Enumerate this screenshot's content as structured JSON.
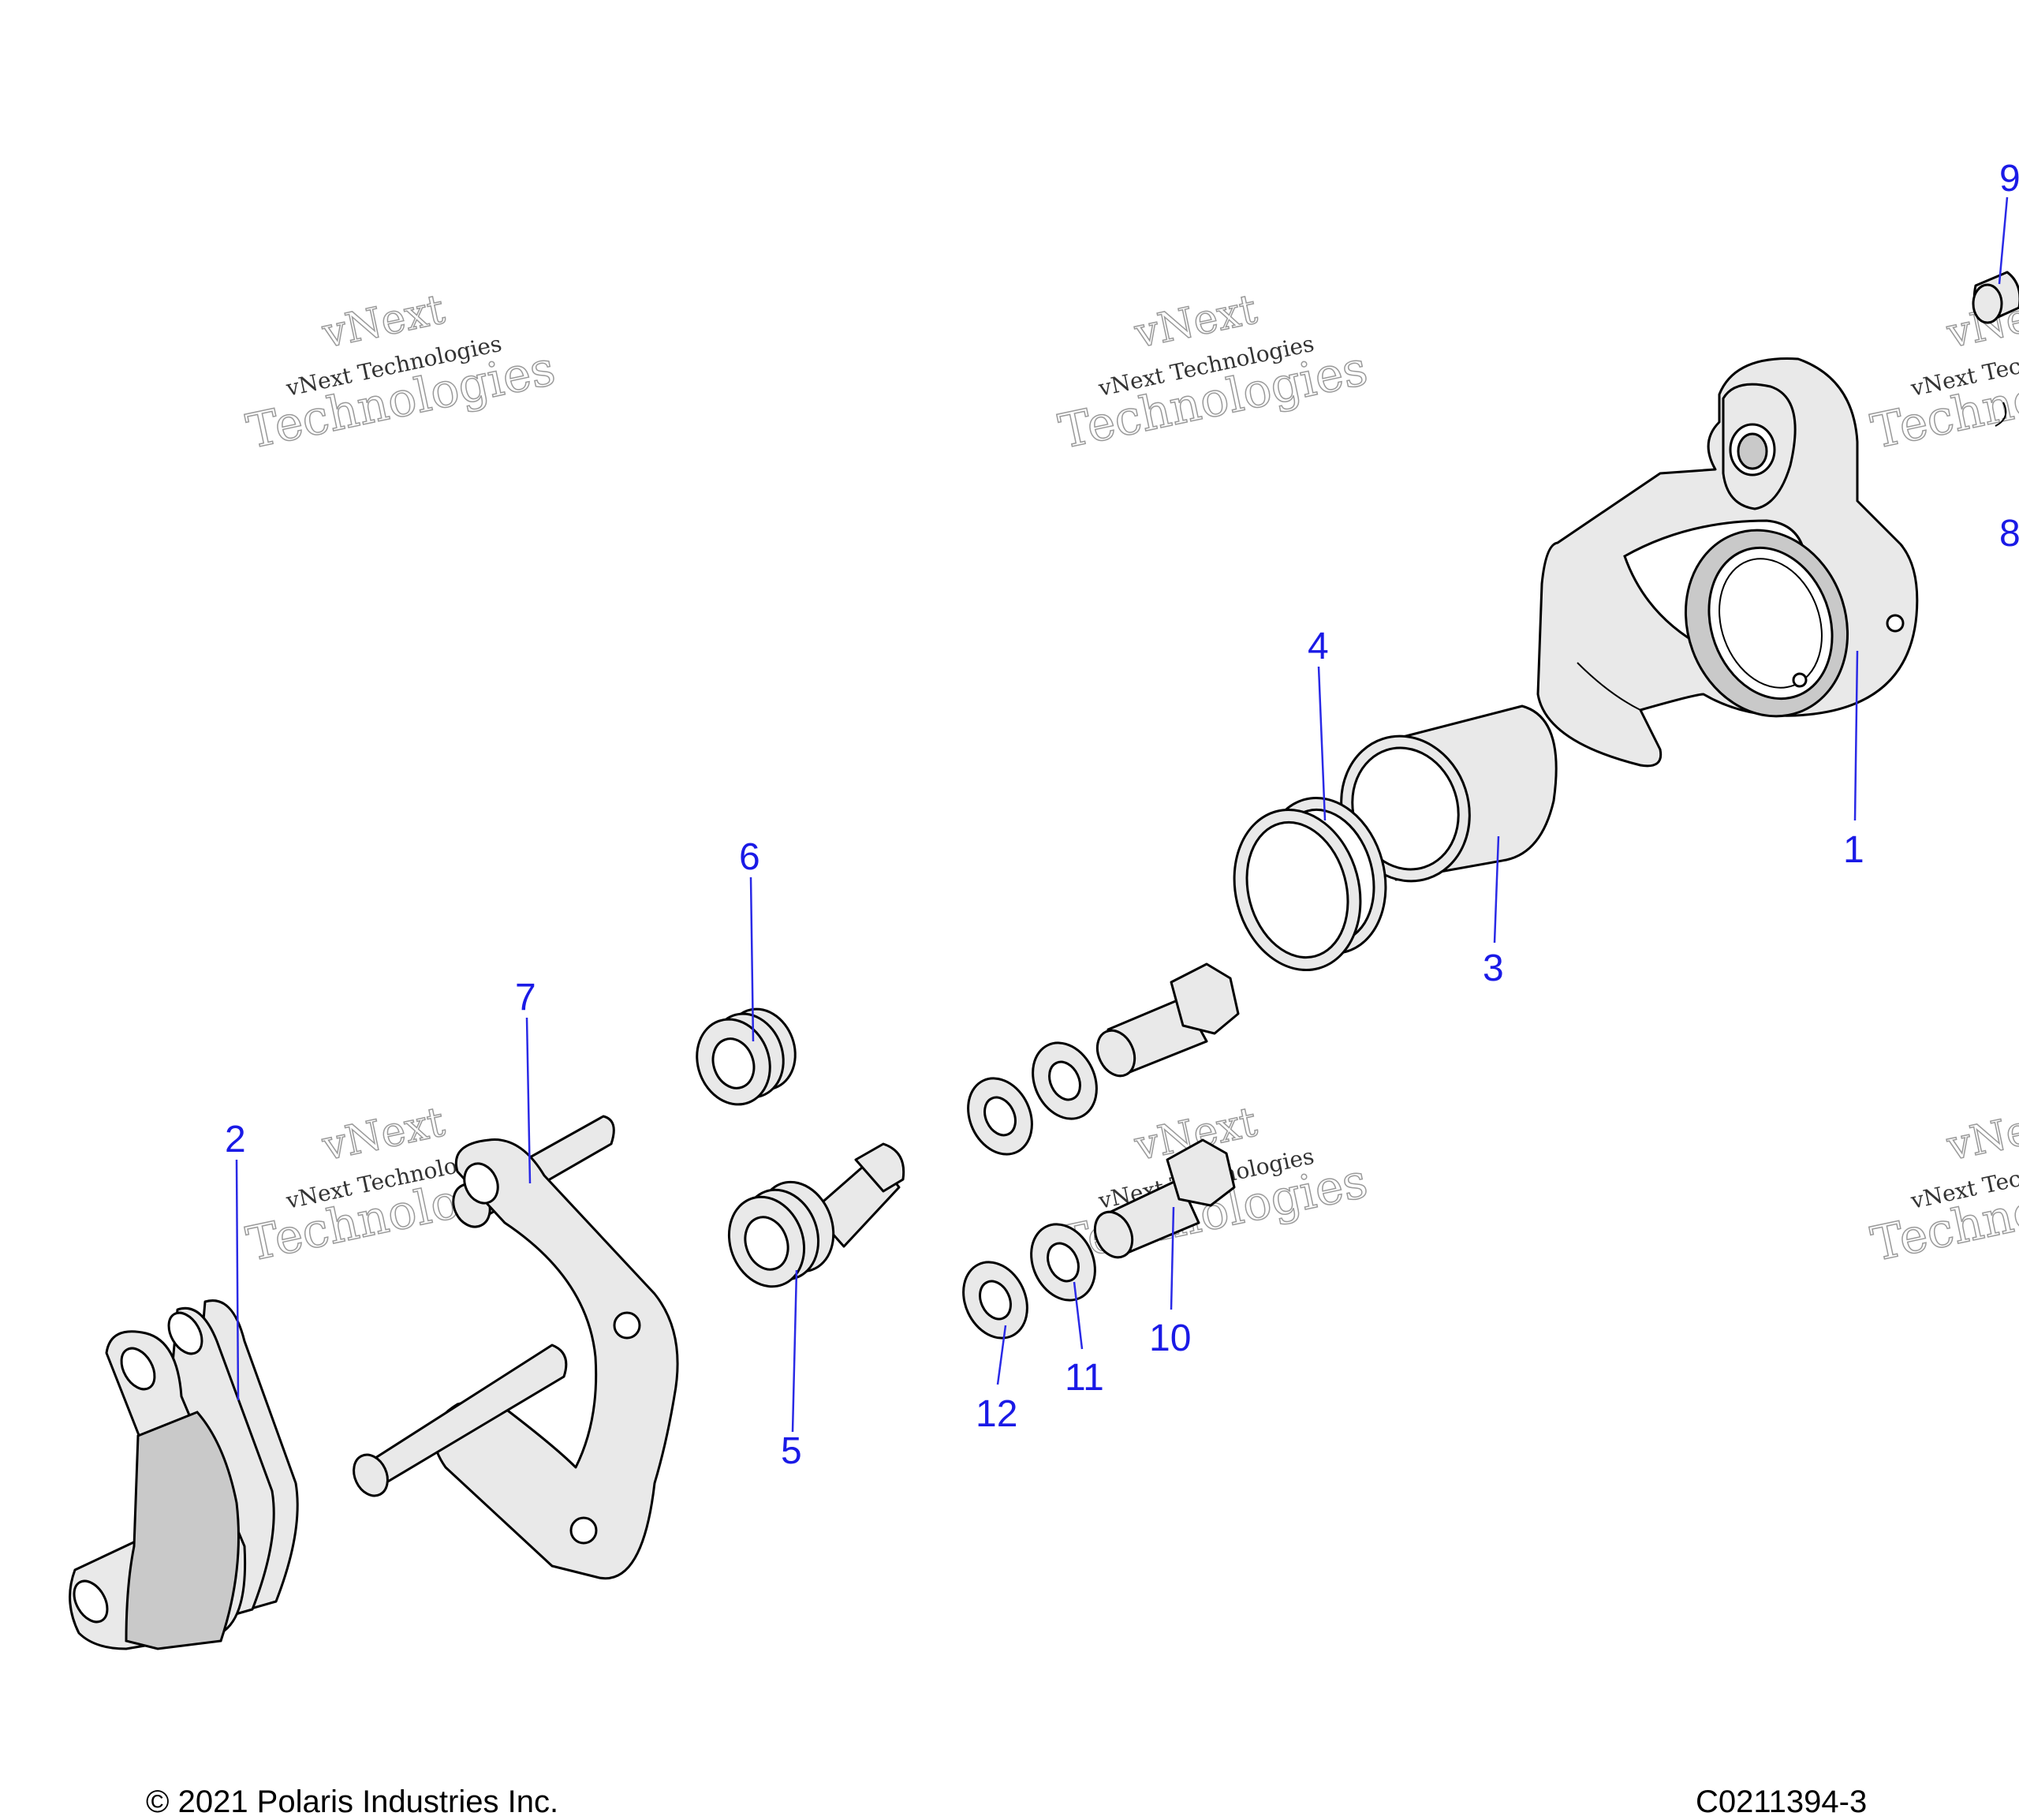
{
  "callouts": [
    "1",
    "2",
    "3",
    "4",
    "5",
    "6",
    "7",
    "8",
    "9",
    "10",
    "11",
    "12"
  ],
  "watermark": {
    "line1": "vNext",
    "line2": "vNext Technologies",
    "line3": "Technologies"
  },
  "footer": {
    "copyright": "© 2021 Polaris Industries Inc.",
    "drawing_code": "C0211394-3"
  }
}
